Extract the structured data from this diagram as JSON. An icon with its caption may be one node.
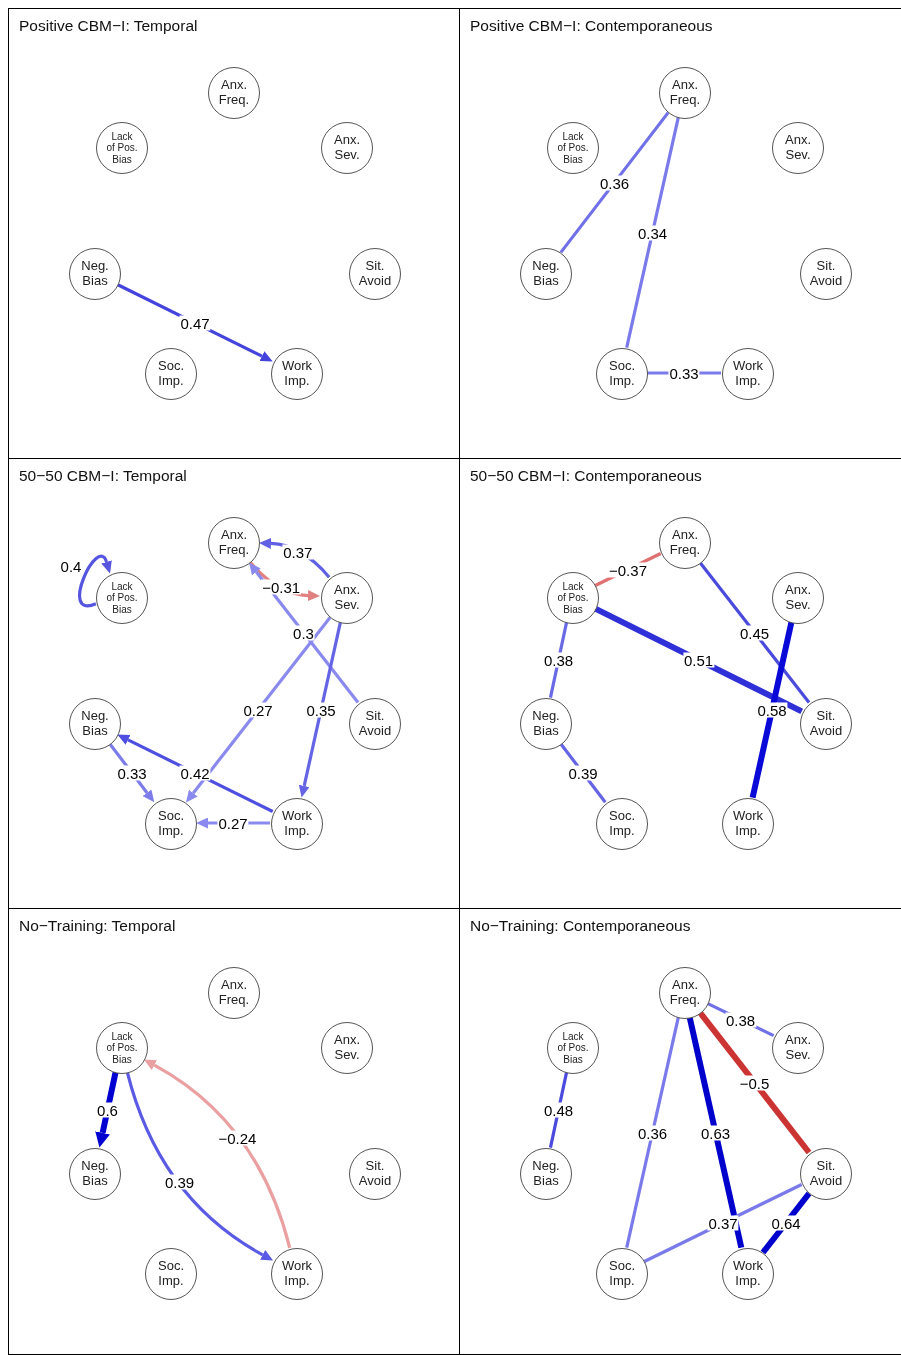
{
  "diagram": {
    "nodes": [
      {
        "text": [
          "Positive CBM−I: Temporal"
        ]
      },
      {
        "text": [
          "Anx. Freq."
        ],
        "in": 0
      },
      {
        "text": [
          "Lack of Pos. Bias"
        ],
        "in": 0
      },
      {
        "text": [
          "Anx. Sev."
        ],
        "in": 0
      },
      {
        "text": [
          "Neg. Bias"
        ],
        "in": 0
      },
      {
        "text": [
          "Sit. Avoid"
        ],
        "in": 0
      },
      {
        "text": [
          "Soc. Imp."
        ],
        "in": 0
      },
      {
        "text": [
          "Work Imp."
        ],
        "in": 0
      },
      {
        "text": [
          "Positive CBM−I: Contemporaneous"
        ]
      },
      {
        "text": [
          "Anx. Freq."
        ],
        "in": 8
      },
      {
        "text": [
          "Lack of Pos. Bias"
        ],
        "in": 8
      },
      {
        "text": [
          "Anx. Sev."
        ],
        "in": 8
      },
      {
        "text": [
          "Neg. Bias"
        ],
        "in": 8
      },
      {
        "text": [
          "Sit. Avoid"
        ],
        "in": 8
      },
      {
        "text": [
          "Soc. Imp."
        ],
        "in": 8
      },
      {
        "text": [
          "Work Imp."
        ],
        "in": 8
      },
      {
        "text": [
          "50−50 CBM−I: Temporal"
        ]
      },
      {
        "text": [
          "Anx. Freq."
        ],
        "in": 16
      },
      {
        "text": [
          "Lack of Pos. Bias"
        ],
        "in": 16
      },
      {
        "text": [
          "Anx. Sev."
        ],
        "in": 16
      },
      {
        "text": [
          "Neg. Bias"
        ],
        "in": 16
      },
      {
        "text": [
          "Sit. Avoid"
        ],
        "in": 16
      },
      {
        "text": [
          "Soc. Imp."
        ],
        "in": 16
      },
      {
        "text": [
          "Work Imp."
        ],
        "in": 16
      },
      {
        "text": [
          "50−50 CBM−I: Contemporaneous"
        ]
      },
      {
        "text": [
          "Anx. Freq."
        ],
        "in": 24
      },
      {
        "text": [
          "Lack of Pos. Bias"
        ],
        "in": 24
      },
      {
        "text": [
          "Anx. Sev."
        ],
        "in": 24
      },
      {
        "text": [
          "Neg. Bias"
        ],
        "in": 24
      },
      {
        "text": [
          "Sit. Avoid"
        ],
        "in": 24
      },
      {
        "text": [
          "Soc. Imp."
        ],
        "in": 24
      },
      {
        "text": [
          "Work Imp."
        ],
        "in": 24
      },
      {
        "text": [
          "No−Training: Temporal"
        ]
      },
      {
        "text": [
          "Anx. Freq."
        ],
        "in": 32
      },
      {
        "text": [
          "Lack of Pos. Bias"
        ],
        "in": 32
      },
      {
        "text": [
          "Anx. Sev."
        ],
        "in": 32
      },
      {
        "text": [
          "Neg. Bias"
        ],
        "in": 32
      },
      {
        "text": [
          "Sit. Avoid"
        ],
        "in": 32
      },
      {
        "text": [
          "Soc. Imp."
        ],
        "in": 32
      },
      {
        "text": [
          "Work Imp."
        ],
        "in": 32
      },
      {
        "text": [
          "No−Training: Contemporaneous"
        ]
      },
      {
        "text": [
          "Anx. Freq."
        ],
        "in": 40
      },
      {
        "text": [
          "Lack of Pos. Bias"
        ],
        "in": 40
      },
      {
        "text": [
          "Anx. Sev."
        ],
        "in": 40
      },
      {
        "text": [
          "Neg. Bias"
        ],
        "in": 40
      },
      {
        "text": [
          "Sit. Avoid"
        ],
        "in": 40
      },
      {
        "text": [
          "Soc. Imp."
        ],
        "in": 40
      },
      {
        "text": [
          "Work Imp."
        ],
        "in": 40
      }
    ],
    "edges": [
      {
        "from": 4,
        "to": 7,
        "arrow": "to",
        "label": "0.47",
        "color": "#4444dd"
      },
      {
        "from": 9,
        "to": 12,
        "arrow": "none",
        "label": "0.36",
        "color": "#7070e8"
      },
      {
        "from": 9,
        "to": 14,
        "arrow": "none",
        "label": "0.34",
        "color": "#7a7aea"
      },
      {
        "from": 14,
        "to": 15,
        "arrow": "none",
        "label": "0.33",
        "color": "#7a7aea"
      },
      {
        "from": 18,
        "to": 18,
        "arrow": "to",
        "label": "0.4",
        "color": "#5555e0"
      },
      {
        "from": 19,
        "to": 17,
        "arrow": "to",
        "label": "0.37",
        "color": "#6060e4"
      },
      {
        "from": 17,
        "to": 19,
        "arrow": "to",
        "label": "−0.31",
        "color": "#e08080"
      },
      {
        "from": 21,
        "to": 17,
        "arrow": "to",
        "label": "0.3",
        "color": "#8a8aee"
      },
      {
        "from": 19,
        "to": 22,
        "arrow": "to",
        "label": "0.27",
        "color": "#8a8aee"
      },
      {
        "from": 19,
        "to": 23,
        "arrow": "to",
        "label": "0.35",
        "color": "#6464e4"
      },
      {
        "from": 23,
        "to": 20,
        "arrow": "to",
        "label": "0.42",
        "color": "#4e4ee0"
      },
      {
        "from": 20,
        "to": 22,
        "arrow": "to",
        "label": "0.33",
        "color": "#7c7cea"
      },
      {
        "from": 23,
        "to": 22,
        "arrow": "to",
        "label": "0.27",
        "color": "#8a8aee"
      },
      {
        "from": 25,
        "to": 26,
        "arrow": "none",
        "label": "−0.37",
        "color": "#e07070"
      },
      {
        "from": 25,
        "to": 29,
        "arrow": "none",
        "label": "0.45",
        "color": "#4a4adc"
      },
      {
        "from": 26,
        "to": 29,
        "arrow": "none",
        "label": "0.51",
        "color": "#3030d8",
        "style": "thick"
      },
      {
        "from": 26,
        "to": 28,
        "arrow": "none",
        "label": "0.38",
        "color": "#6a6ae6"
      },
      {
        "from": 27,
        "to": 31,
        "arrow": "none",
        "label": "0.58",
        "color": "#0a0ad8",
        "style": "thick"
      },
      {
        "from": 28,
        "to": 30,
        "arrow": "none",
        "label": "0.39",
        "color": "#6464e4"
      },
      {
        "from": 34,
        "to": 36,
        "arrow": "to",
        "label": "0.6",
        "color": "#0000d0",
        "style": "thick"
      },
      {
        "from": 34,
        "to": 39,
        "arrow": "to",
        "label": "0.39",
        "color": "#5a5ae4"
      },
      {
        "from": 39,
        "to": 34,
        "arrow": "to",
        "label": "−0.24",
        "color": "#eaa0a0"
      },
      {
        "from": 41,
        "to": 43,
        "arrow": "none",
        "label": "0.38",
        "color": "#7070e8"
      },
      {
        "from": 41,
        "to": 45,
        "arrow": "none",
        "label": "−0.5",
        "color": "#cc3333",
        "style": "thick"
      },
      {
        "from": 42,
        "to": 44,
        "arrow": "none",
        "label": "0.48",
        "color": "#4a4adc"
      },
      {
        "from": 41,
        "to": 46,
        "arrow": "none",
        "label": "0.36",
        "color": "#7a7aea"
      },
      {
        "from": 41,
        "to": 47,
        "arrow": "none",
        "label": "0.63",
        "color": "#0000cc",
        "style": "thick"
      },
      {
        "from": 45,
        "to": 46,
        "arrow": "none",
        "label": "0.37",
        "color": "#7a7aea"
      },
      {
        "from": 45,
        "to": 47,
        "arrow": "none",
        "label": "0.64",
        "color": "#0000cc",
        "style": "thick"
      }
    ]
  }
}
